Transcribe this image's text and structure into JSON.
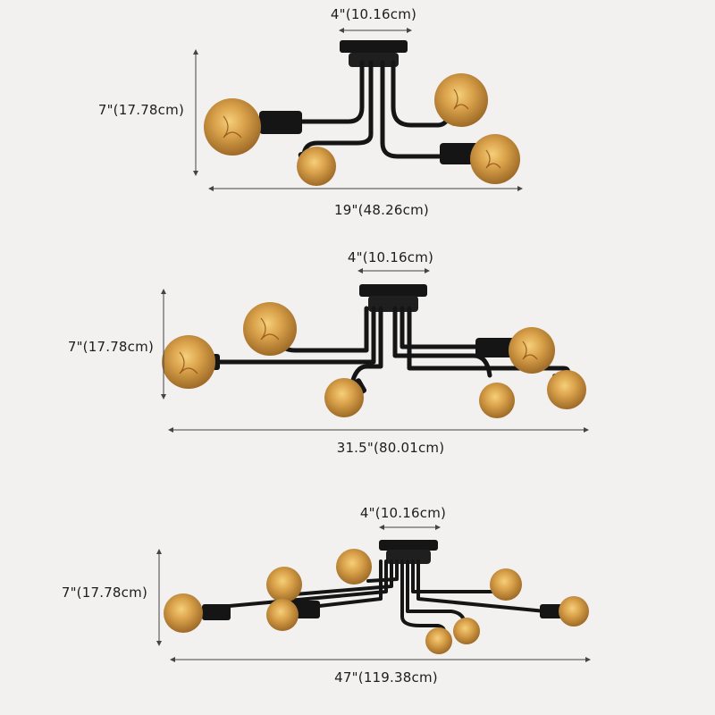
{
  "products": [
    {
      "name": "4-light",
      "canopy_width": "4\"(10.16cm)",
      "height": "7\"(17.78cm)",
      "width": "19\"(48.26cm)"
    },
    {
      "name": "6-light",
      "canopy_width": "4\"(10.16cm)",
      "height": "7\"(17.78cm)",
      "width": "31.5\"(80.01cm)"
    },
    {
      "name": "8-light",
      "canopy_width": "4\"(10.16cm)",
      "height": "7\"(17.78cm)",
      "width": "47\"(119.38cm)"
    }
  ],
  "colors": {
    "background": "#f2f1f0",
    "metal": "#151515",
    "bulb": "#c98f3d",
    "dimension_line": "#444444"
  }
}
